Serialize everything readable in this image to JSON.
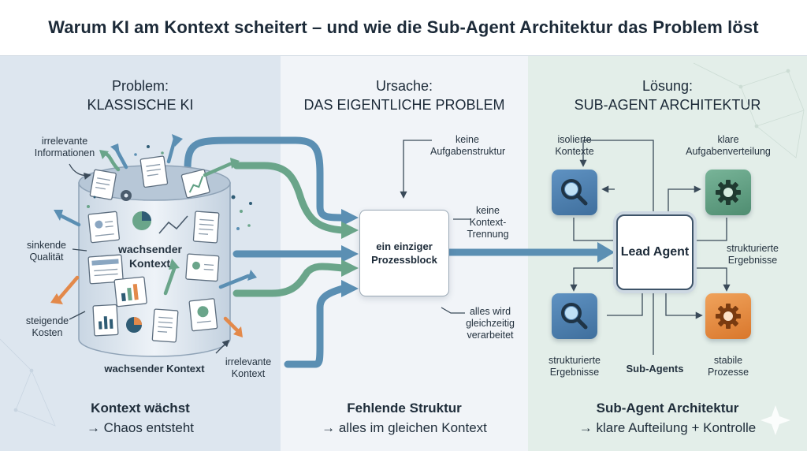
{
  "title": "Warum KI am Kontext scheitert – und wie die Sub-Agent Architektur das Problem löst",
  "colors": {
    "arrow_blue": "#5b8fb3",
    "arrow_green": "#6aa58a",
    "arrow_orange": "#e3894a",
    "tile_blue": "#4a7fb0",
    "tile_green": "#5f9f83",
    "tile_orange": "#e58a3c"
  },
  "problem": {
    "heading_1": "Problem:",
    "heading_2": "KLASSISCHE KI",
    "container_label": "wachsender Kontext",
    "labels": {
      "irrelevant_info": "irrelevante Informationen",
      "quality": "sinkende Qualität",
      "costs": "steigende Kosten",
      "bottom": "wachsender Kontext",
      "irrelevant_context": "irrelevante Kontext"
    },
    "footer_1": "Kontext wächst",
    "footer_2": "→ Chaos entsteht"
  },
  "cause": {
    "heading_1": "Ursache:",
    "heading_2": "DAS EIGENTLICHE PROBLEM",
    "process_block": "ein einziger Prozessblock",
    "labels": {
      "no_task_structure": "keine Aufgabenstruktur",
      "no_separation": "keine Kontext-Trennung",
      "all_at_once": "alles wird gleichzeitig verarbeitet"
    },
    "footer_1": "Fehlende Struktur",
    "footer_2": "→ alles im gleichen Kontext"
  },
  "solution": {
    "heading_1": "Lösung:",
    "heading_2": "SUB-AGENT ARCHITEKTUR",
    "lead_agent": "Lead Agent",
    "labels": {
      "isolated": "isolierte Kontexte",
      "clear_tasks": "klare Aufgabenverteilung",
      "structured_right": "strukturierte Ergebnisse",
      "structured_left": "strukturierte Ergebnisse",
      "sub_agents": "Sub-Agents",
      "stable": "stabile Prozesse"
    },
    "tiles": [
      {
        "icon": "magnifier-icon",
        "color": "#4a7fb0"
      },
      {
        "icon": "gear-icon",
        "color": "#5f9f83"
      },
      {
        "icon": "magnifier-icon",
        "color": "#4a7fb0"
      },
      {
        "icon": "gear-icon",
        "color": "#e58a3c"
      }
    ],
    "footer_1": "Sub-Agent Architektur",
    "footer_2": "→ klare Aufteilung + Kontrolle"
  }
}
